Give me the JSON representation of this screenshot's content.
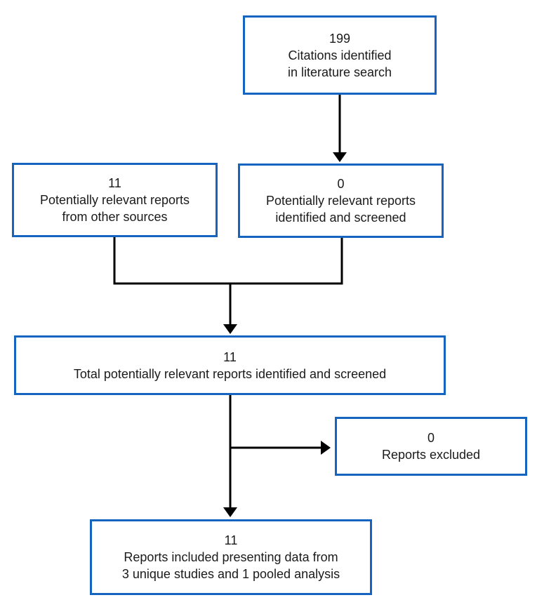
{
  "colors": {
    "background": "#ffffff",
    "box_border": "#1565c0",
    "text": "#1a1a1a",
    "arrow": "#000000"
  },
  "boxes": {
    "citations": {
      "count": "199",
      "lines": [
        "Citations identified",
        "in literature search"
      ]
    },
    "other_sources": {
      "count": "11",
      "lines": [
        "Potentially relevant reports",
        "from other sources"
      ]
    },
    "identified_screened": {
      "count": "0",
      "lines": [
        "Potentially relevant reports",
        "identified and screened"
      ]
    },
    "total_screened": {
      "count": "11",
      "lines": [
        "Total potentially relevant reports identified and screened"
      ]
    },
    "excluded": {
      "count": "0",
      "lines": [
        "Reports excluded"
      ]
    },
    "included": {
      "count": "11",
      "lines": [
        "Reports included presenting data from",
        "3 unique studies and 1 pooled analysis"
      ]
    }
  },
  "connectors": [
    {
      "from": "citations",
      "to": "identified_screened",
      "type": "arrow-down"
    },
    {
      "from": "other_sources",
      "to": "total_screened",
      "type": "merge"
    },
    {
      "from": "identified_screened",
      "to": "total_screened",
      "type": "merge"
    },
    {
      "from": "total_screened",
      "to": "excluded",
      "type": "arrow-right"
    },
    {
      "from": "total_screened",
      "to": "included",
      "type": "arrow-down"
    }
  ]
}
